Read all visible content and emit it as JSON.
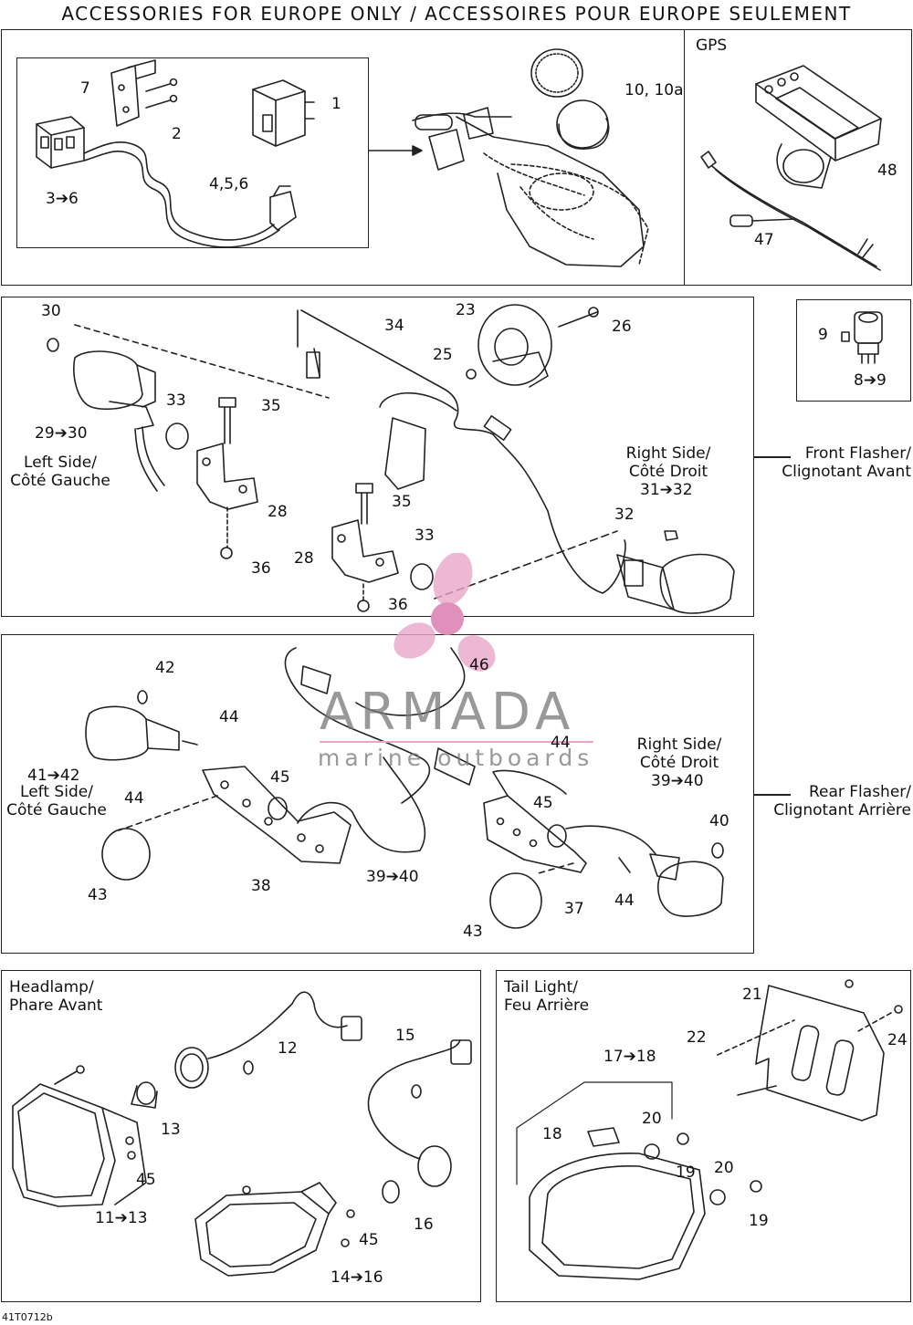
{
  "header": "ACCESSORIES FOR EUROPE ONLY / ACCESSOIRES POUR EUROPE SEULEMENT",
  "gps": {
    "title": "GPS",
    "callouts": [
      "48",
      "47"
    ]
  },
  "accessories": {
    "callouts": [
      "7",
      "2",
      "1",
      "3➔6",
      "4,5,6",
      "10, 10a"
    ]
  },
  "front_flasher": {
    "name": "Front Flasher/\nClignotant Avant",
    "left_side": "Left Side/\nCôté Gauche",
    "right_side": "Right Side/\nCôté Droit",
    "callouts": [
      "30",
      "29➔30",
      "33",
      "35",
      "28",
      "36",
      "34",
      "23",
      "25",
      "26",
      "35",
      "33",
      "28",
      "36",
      "31➔32",
      "32"
    ]
  },
  "switch_box": {
    "callouts": [
      "9",
      "8➔9"
    ]
  },
  "rear_flasher": {
    "name": "Rear Flasher/\nClignotant Arrière",
    "left_side": "Left Side/\nCôté Gauche",
    "right_side": "Right Side/\nCôté Droit",
    "callouts": [
      "42",
      "44",
      "41➔42",
      "44",
      "45",
      "43",
      "38",
      "39➔40",
      "46",
      "44",
      "39➔40",
      "45",
      "40",
      "44",
      "37",
      "43"
    ]
  },
  "headlamp": {
    "title": "Headlamp/\nPhare Avant",
    "callouts": [
      "12",
      "15",
      "13",
      "45",
      "11➔13",
      "16",
      "45",
      "14➔16"
    ]
  },
  "taillight": {
    "title": "Tail Light/\nFeu Arrière",
    "callouts": [
      "21",
      "22",
      "24",
      "17➔18",
      "18",
      "20",
      "19",
      "20",
      "19"
    ]
  },
  "watermark": {
    "brand": "ARMADA",
    "tagline": "marine outboards",
    "accent": "#e8a6c8"
  },
  "drawing_code": "41T0712b"
}
